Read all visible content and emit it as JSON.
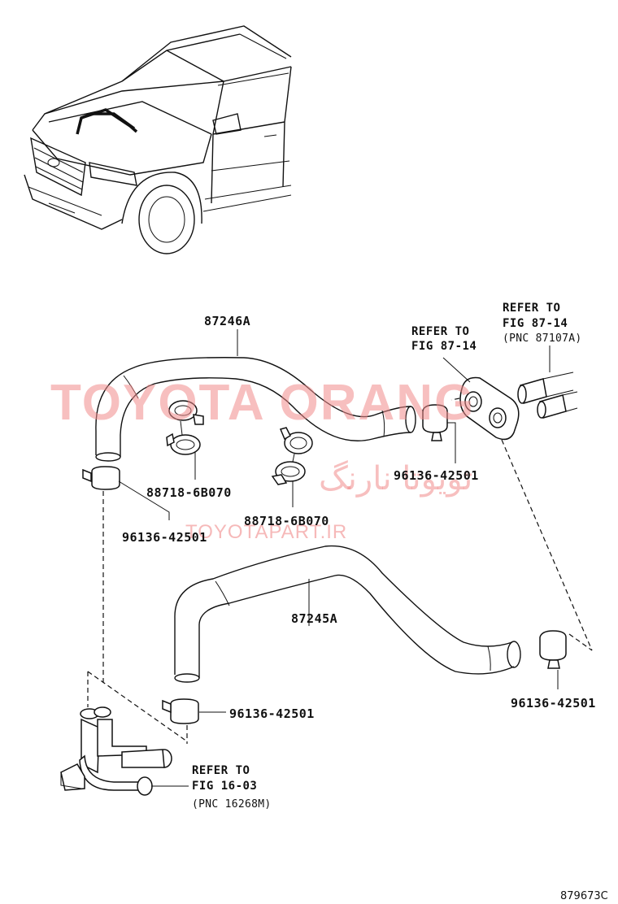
{
  "labels": {
    "hose_upper": "87246A",
    "hose_lower": "87245A",
    "clamp_left": "96136-42501",
    "clamp_mid_right": "96136-42501",
    "clamp_lower_left": "96136-42501",
    "clamp_lower_right": "96136-42501",
    "holder_1": "88718-6B070",
    "holder_2": "88718-6B070",
    "figure_id": "879673C"
  },
  "refs": {
    "ref_a_l1": "REFER TO",
    "ref_a_l2": "FIG 87-14",
    "ref_a_l3": "(PNC 87107A)",
    "ref_b_l1": "REFER TO",
    "ref_b_l2": "FIG 87-14",
    "ref_c_l1": "REFER TO",
    "ref_c_l2": "FIG 16-03",
    "ref_c_l3": "(PNC 16268M)"
  },
  "watermark": {
    "main": "TOYOTA ORANG",
    "persian": "تویوتا نارنگ",
    "site": "TOYOTAPART.IR"
  },
  "colors": {
    "line": "#111111",
    "watermark": "#f08a8a",
    "background": "#ffffff"
  }
}
